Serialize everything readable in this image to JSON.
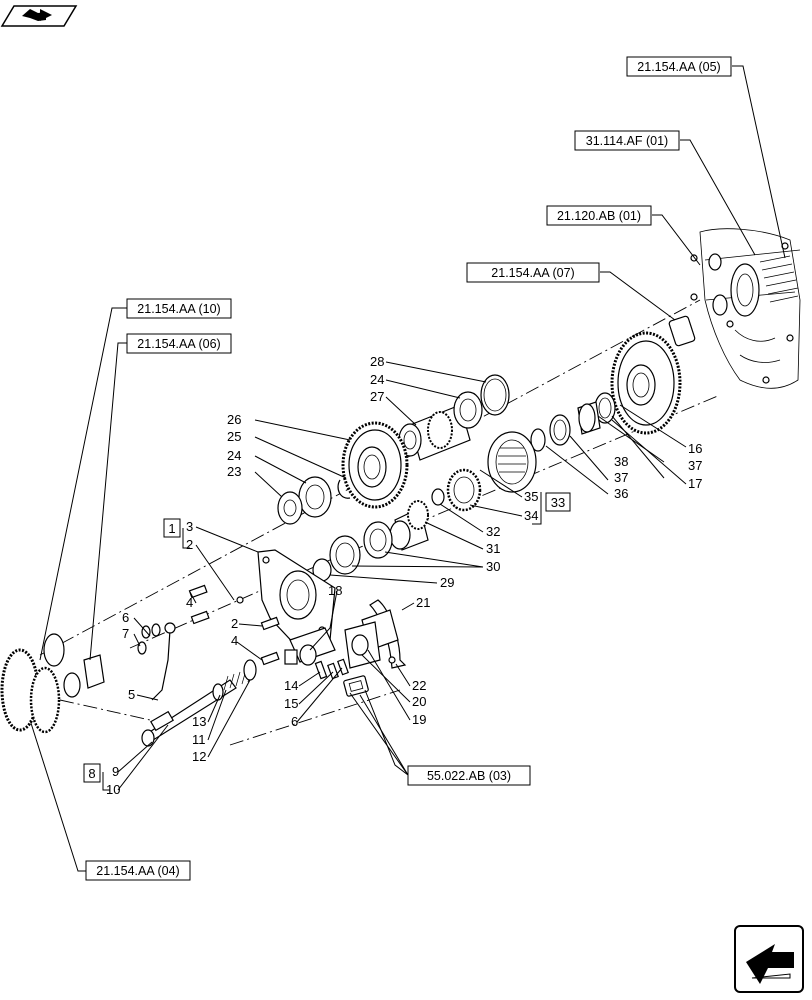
{
  "nav": {
    "top_icon": "book-arrow-icon",
    "bottom_icon": "next-page-arrow-icon"
  },
  "references": {
    "r1": "21.154.AA (05)",
    "r2": "31.114.AF (01)",
    "r3": "21.120.AB (01)",
    "r4": "21.154.AA (07)",
    "r5": "21.154.AA (10)",
    "r6": "21.154.AA (06)",
    "r7": "55.022.AB (03)",
    "r8": "21.154.AA (04)"
  },
  "boxed_numbers": {
    "b1": "1",
    "b8": "8",
    "b33": "33"
  },
  "callouts": {
    "c28": "28",
    "c24a": "24",
    "c27": "27",
    "c26": "26",
    "c25": "25",
    "c24b": "24",
    "c23": "23",
    "c16": "16",
    "c38": "38",
    "c37a": "37",
    "c37b": "37",
    "c36": "36",
    "c17": "17",
    "c35": "35",
    "c34": "34",
    "c32": "32",
    "c31": "31",
    "c30": "30",
    "c29": "29",
    "c3": "3",
    "c2a": "2",
    "c2b": "2",
    "c4a": "4",
    "c4b": "4",
    "c6a": "6",
    "c6b": "6",
    "c7": "7",
    "c5": "5",
    "c18": "18",
    "c21": "21",
    "c14": "14",
    "c15": "15",
    "c22": "22",
    "c20": "20",
    "c19": "19",
    "c13": "13",
    "c11": "11",
    "c12": "12",
    "c9": "9",
    "c10": "10"
  }
}
